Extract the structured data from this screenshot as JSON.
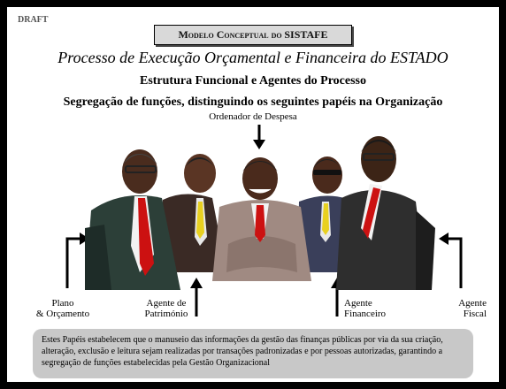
{
  "draft_label": "DRAFT",
  "title_box": {
    "prefix": "Modelo Conceptual do",
    "name": "SISTAFE"
  },
  "main_title": "Processo de Execução Orçamental e Financeira do ESTADO",
  "subtitle_1": "Estrutura Funcional e Agentes do Processo",
  "subtitle_2": "Segregação de funções, distinguindo os seguintes papéis na Organização",
  "roles": {
    "ordenador": "Ordenador de Despesa",
    "plano_line1": "Plano",
    "plano_line2": "& Orçamento",
    "patrimonio_line1": "Agente de",
    "patrimonio_line2": "Património",
    "financeiro_line1": "Agente",
    "financeiro_line2": "Financeiro",
    "fiscal_line1": "Agente",
    "fiscal_line2": "Fiscal"
  },
  "note_text": "Estes Papéis estabelecem que o manuseio das informações da gestão das finanças públicas por via da sua criação, alteração, exclusão e leitura sejam realizadas por transações padronizadas e por pessoas autorizadas, garantindo a segregação de funções estabelecidas pela Gestão Organizacional",
  "colors": {
    "background": "#000000",
    "slide": "#ffffff",
    "title_box": "#d9d9d9",
    "note_box": "#c8c8c8",
    "tie_red": "#cc1111",
    "tie_yellow": "#e8d020"
  }
}
